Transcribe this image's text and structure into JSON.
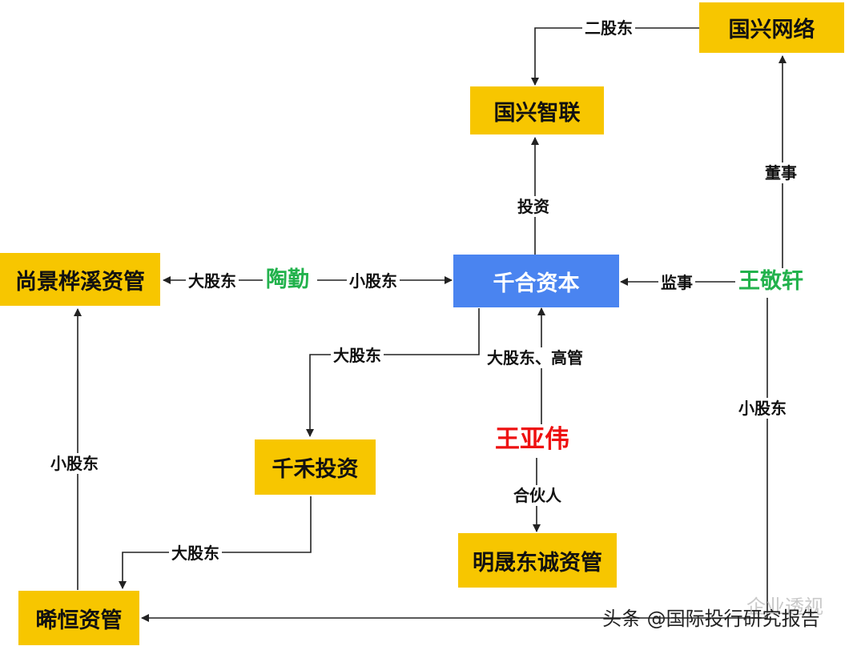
{
  "nodes": {
    "guoxing_network": "国兴网络",
    "guoxing_zhilian": "国兴智联",
    "shangjing": "尚景桦溪资管",
    "qianhe_capital": "千合资本",
    "qianhe_invest": "千禾投资",
    "mingsheng": "明晟东诚资管",
    "xiheng": "晞恒资管"
  },
  "persons": {
    "tao_qin": "陶勤",
    "wang_jingxuan": "王敬轩",
    "wang_yawei": "王亚伟"
  },
  "edges": {
    "second_shareholder": "二股东",
    "invest": "投资",
    "director": "董事",
    "major_holder_left": "大股东",
    "minor_holder_mid": "小股东",
    "supervisor": "监事",
    "major_holder_qh": "大股东",
    "major_exec": "大股东、高管",
    "minor_holder_right": "小股东",
    "minor_holder_left": "小股东",
    "partner": "合伙人",
    "major_holder_xh": "大股东"
  },
  "watermark": {
    "faint": "企业透视",
    "text": "头条 @国际投行研究报告"
  },
  "colors": {
    "box": "#f7c600",
    "center_box": "#4a84f0",
    "person_green": "#22b24c",
    "person_red": "#ee1111"
  }
}
